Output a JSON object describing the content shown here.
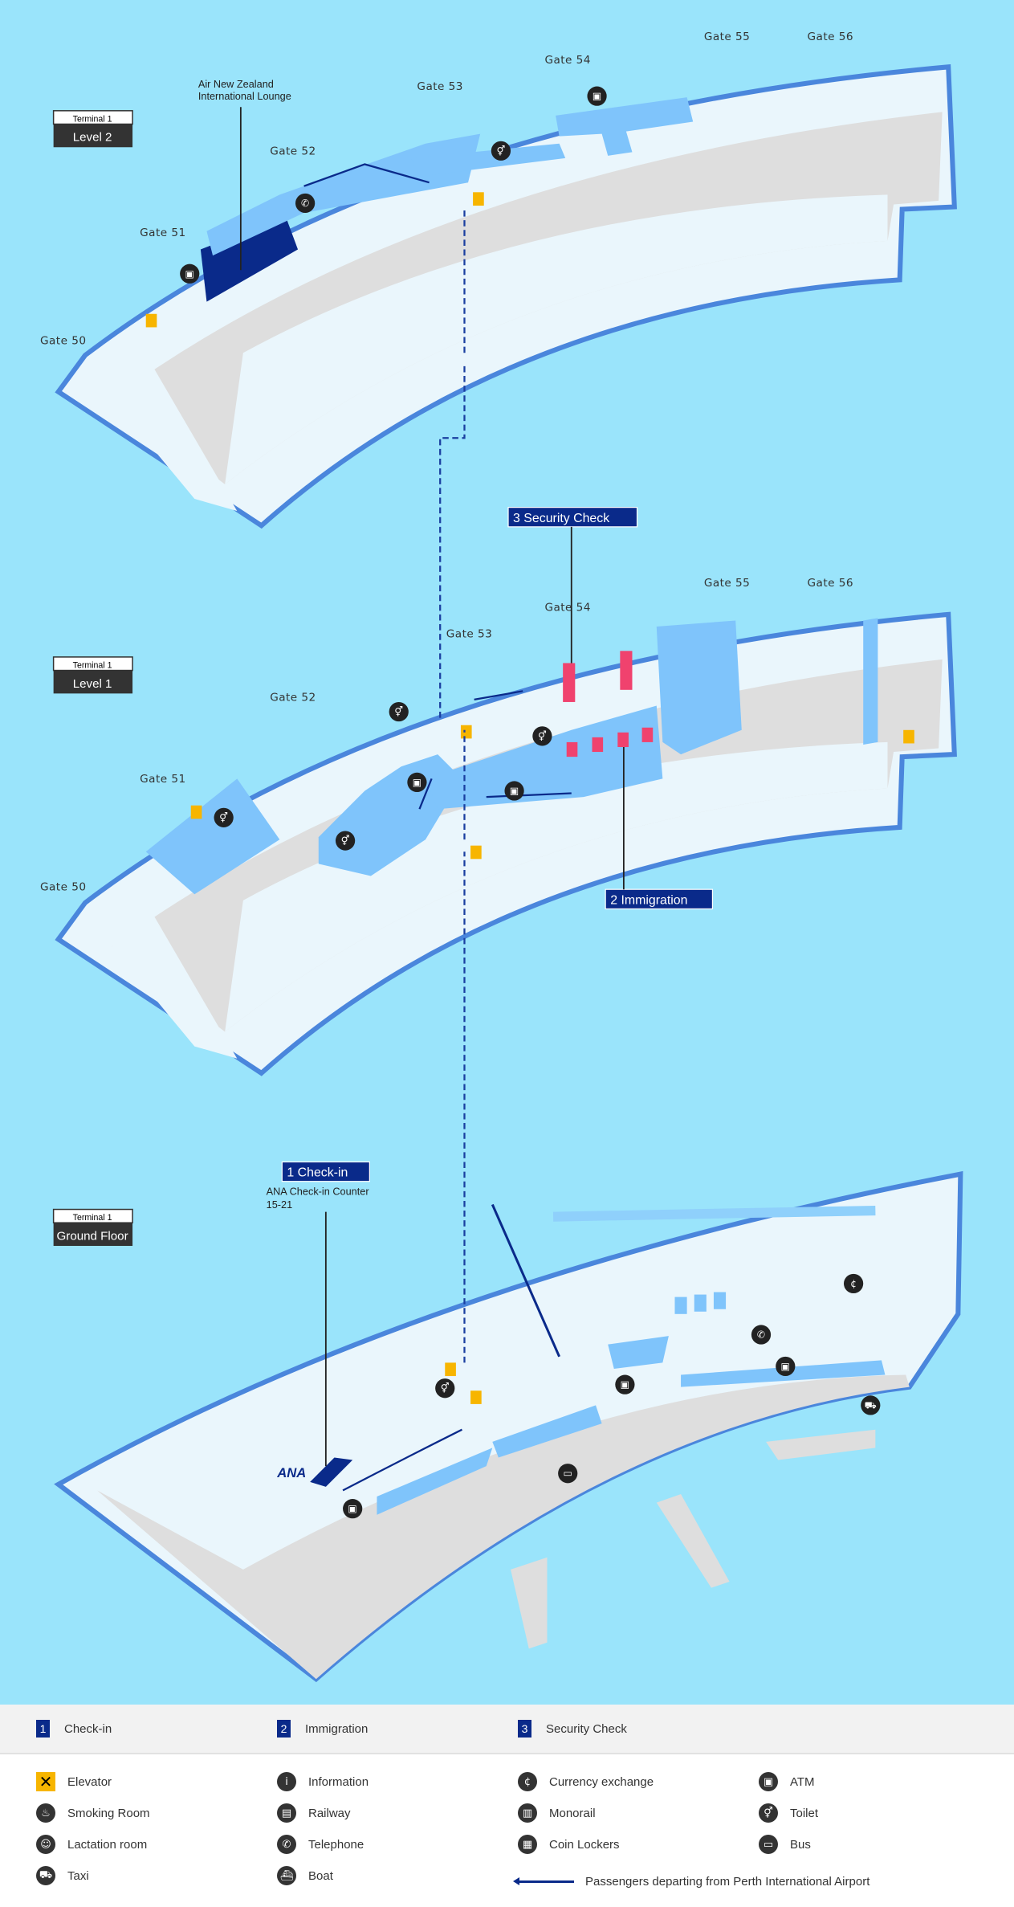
{
  "level2": {
    "terminal": "Terminal 1",
    "level": "Level 2",
    "lounge_line1": "Air New Zealand",
    "lounge_line2": "International Lounge",
    "gates": [
      "Gate 50",
      "Gate 51",
      "Gate 52",
      "Gate 53",
      "Gate 54",
      "Gate 55",
      "Gate 56"
    ]
  },
  "level1": {
    "terminal": "Terminal 1",
    "level": "Level 1",
    "security_callout": "3 Security Check",
    "immigration_callout": "2 Immigration",
    "gates": [
      "Gate 50",
      "Gate 51",
      "Gate 52",
      "Gate 53",
      "Gate 54",
      "Gate 55",
      "Gate 56"
    ]
  },
  "ground": {
    "terminal": "Terminal 1",
    "level": "Ground Floor",
    "checkin_callout": "1 Check-in",
    "checkin_line1": "ANA Check-in Counter",
    "checkin_line2": "15-21",
    "ana_logo": "ANA"
  },
  "colors": {
    "sea": "#9ae4fb",
    "floor": "#eaf6fc",
    "room": "#7fc4fb",
    "wall": "#4a86dc",
    "gray": "#dedede",
    "navy": "#0a2a8a",
    "security": "#f0426e",
    "elevator": "#f7b500"
  },
  "legend": {
    "steps": [
      {
        "num": "1",
        "label": "Check-in"
      },
      {
        "num": "2",
        "label": "Immigration"
      },
      {
        "num": "3",
        "label": "Security Check"
      }
    ],
    "items": [
      {
        "icon": "elevator-icon",
        "glyph": "✕",
        "label": "Elevator"
      },
      {
        "icon": "information-icon",
        "glyph": "i",
        "label": "Information"
      },
      {
        "icon": "currency-exchange-icon",
        "glyph": "¢",
        "label": "Currency exchange"
      },
      {
        "icon": "atm-icon",
        "glyph": "▣",
        "label": "ATM"
      },
      {
        "icon": "smoking-room-icon",
        "glyph": "♨",
        "label": "Smoking Room"
      },
      {
        "icon": "railway-icon",
        "glyph": "▤",
        "label": "Railway"
      },
      {
        "icon": "monorail-icon",
        "glyph": "▥",
        "label": "Monorail"
      },
      {
        "icon": "toilet-icon",
        "glyph": "⚥",
        "label": "Toilet"
      },
      {
        "icon": "lactation-room-icon",
        "glyph": "☺",
        "label": "Lactation room"
      },
      {
        "icon": "telephone-icon",
        "glyph": "✆",
        "label": "Telephone"
      },
      {
        "icon": "coin-lockers-icon",
        "glyph": "▦",
        "label": "Coin Lockers"
      },
      {
        "icon": "bus-icon",
        "glyph": "▭",
        "label": "Bus"
      },
      {
        "icon": "taxi-icon",
        "glyph": "⛟",
        "label": "Taxi"
      },
      {
        "icon": "boat-icon",
        "glyph": "⛴",
        "label": "Boat"
      }
    ],
    "route_label": "Passengers departing from Perth International Airport"
  }
}
